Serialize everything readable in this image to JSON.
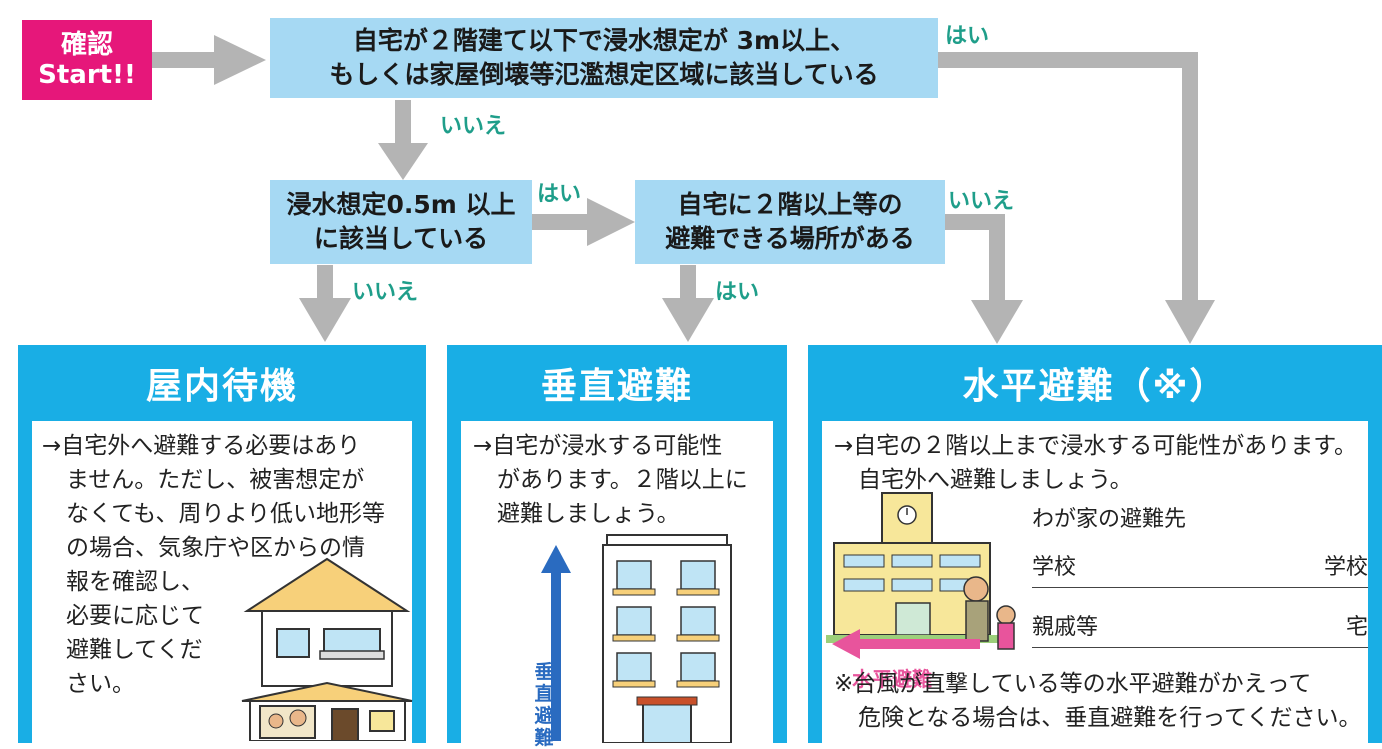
{
  "start": {
    "line1": "確認",
    "line2": "Start!!"
  },
  "q1": {
    "line1": "自宅が２階建て以下で浸水想定が 3m以上、",
    "line2": "もしくは家屋倒壊等氾濫想定区域に該当している"
  },
  "q2": {
    "line1": "浸水想定0.5m 以上",
    "line2": "に該当している"
  },
  "q3": {
    "line1": "自宅に２階以上等の",
    "line2": "避難できる場所がある"
  },
  "labels": {
    "yes": "はい",
    "no": "いいえ"
  },
  "results": {
    "indoor": {
      "title": "屋内待機",
      "lines": [
        "→自宅外へ避難する必要はあり",
        "ません。ただし、被害想定が",
        "なくても、周りより低い地形等",
        "の場合、気象庁や区からの情",
        "報を確認し、",
        "必要に応じて",
        "避難してくだ",
        "さい。"
      ]
    },
    "vertical": {
      "title": "垂直避難",
      "lines": [
        "→自宅が浸水する可能性",
        "があります。２階以上に",
        "避難しましょう。"
      ],
      "arrow_label": "垂直避難"
    },
    "horizontal": {
      "title": "水平避難（※）",
      "lines": [
        "→自宅の２階以上まで浸水する可能性があります。",
        "自宅外へ避難しましょう。"
      ],
      "dest_title": "わが家の避難先",
      "rows": [
        {
          "left": "学校",
          "right": "学校"
        },
        {
          "left": "親戚等",
          "right": "宅"
        }
      ],
      "arrow_label": "水平避難",
      "note1": "※台風が直撃している等の水平避難がかえって",
      "note2": "危険となる場合は、垂直避難を行ってください。"
    }
  },
  "colors": {
    "accent": "#e6177a",
    "question": "#a6d9f3",
    "result": "#19aee5",
    "arrow": "#b4b4b4",
    "label": "#1f9e8a",
    "vertical_arrow": "#2a6bc0",
    "horizontal_arrow": "#e8549c"
  }
}
